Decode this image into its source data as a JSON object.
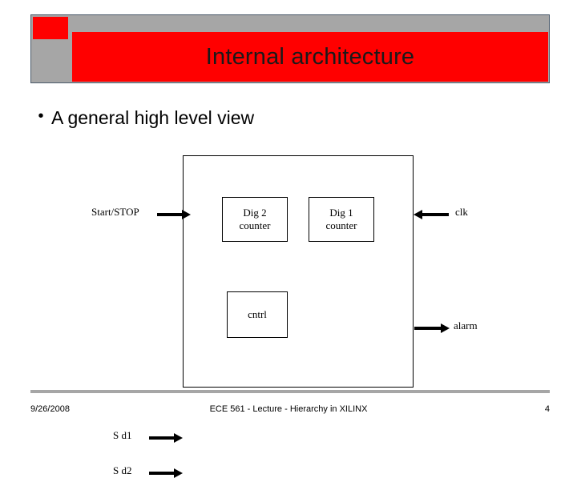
{
  "slide": {
    "title": "Internal architecture",
    "bullet_marker": "•",
    "bullet_text": "A general high level view"
  },
  "colors": {
    "banner_red": "#ff0000",
    "banner_gray": "#a6a6a6",
    "banner_border": "#4a5a6a",
    "text": "#000000"
  },
  "diagram": {
    "blocks": [
      {
        "id": "dig2",
        "line1": "Dig 2",
        "line2": "counter"
      },
      {
        "id": "dig1",
        "line1": "Dig 1",
        "line2": "counter"
      },
      {
        "id": "cntrl",
        "line1": "cntrl",
        "line2": ""
      }
    ],
    "signals": {
      "start_stop": "Start/STOP",
      "s_d1": "S d1",
      "s_d2": "S d2",
      "clk": "clk",
      "alarm": "alarm"
    }
  },
  "footer": {
    "date": "9/26/2008",
    "center": "ECE 561 - Lecture - Hierarchy in XILINX",
    "page": "4"
  }
}
